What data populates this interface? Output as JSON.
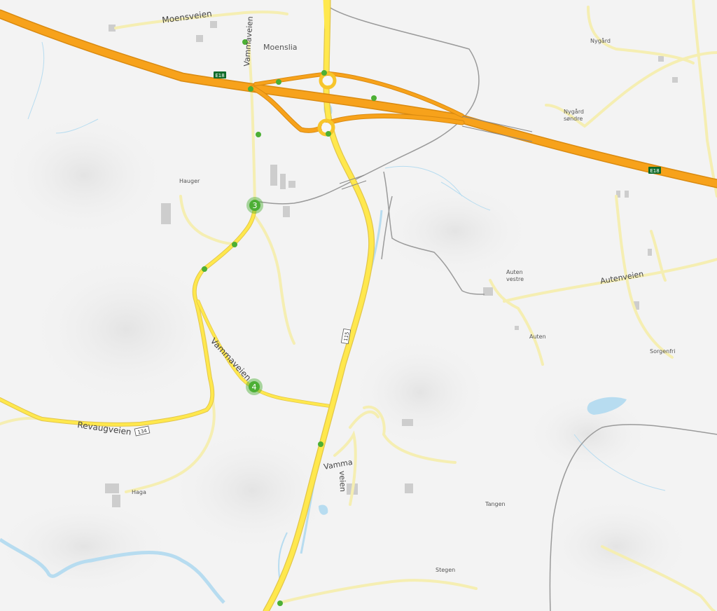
{
  "map": {
    "colors": {
      "background": "#f3f3f3",
      "motorway": "#f7a21b",
      "primary": "#ffe84d",
      "secondary": "#fff7b8",
      "minor": "#9a9a9a",
      "water": "#b7dcf0",
      "building": "#c9c9c9",
      "marker": "#4caf34",
      "shield": "#0f6b2b"
    },
    "road_labels": {
      "moensveien": "Moensveien",
      "vammaveien_north": "Vammaveien",
      "vammaveien_mid": "Vammaveien",
      "vamma_south_a": "Vamma",
      "vamma_south_b": "veien",
      "revaugveien": "Revaugveien",
      "autenveien": "Autenveien"
    },
    "place_labels": {
      "moenslia": "Moenslia",
      "hauger": "Hauger",
      "nygard": "Nygård",
      "nygard_sondre_1": "Nygård",
      "nygard_sondre_2": "søndre",
      "auten_vestre_1": "Auten",
      "auten_vestre_2": "vestre",
      "auten": "Auten",
      "sorgenfri": "Sorgenfri",
      "haga": "Haga",
      "tangen": "Tangen",
      "stegen": "Stegen"
    },
    "shields": {
      "e18_west": "E18",
      "e18_east": "E18",
      "r115": "115",
      "r134": "134"
    },
    "markers": {
      "stop_3": "3",
      "stop_4": "4"
    }
  }
}
